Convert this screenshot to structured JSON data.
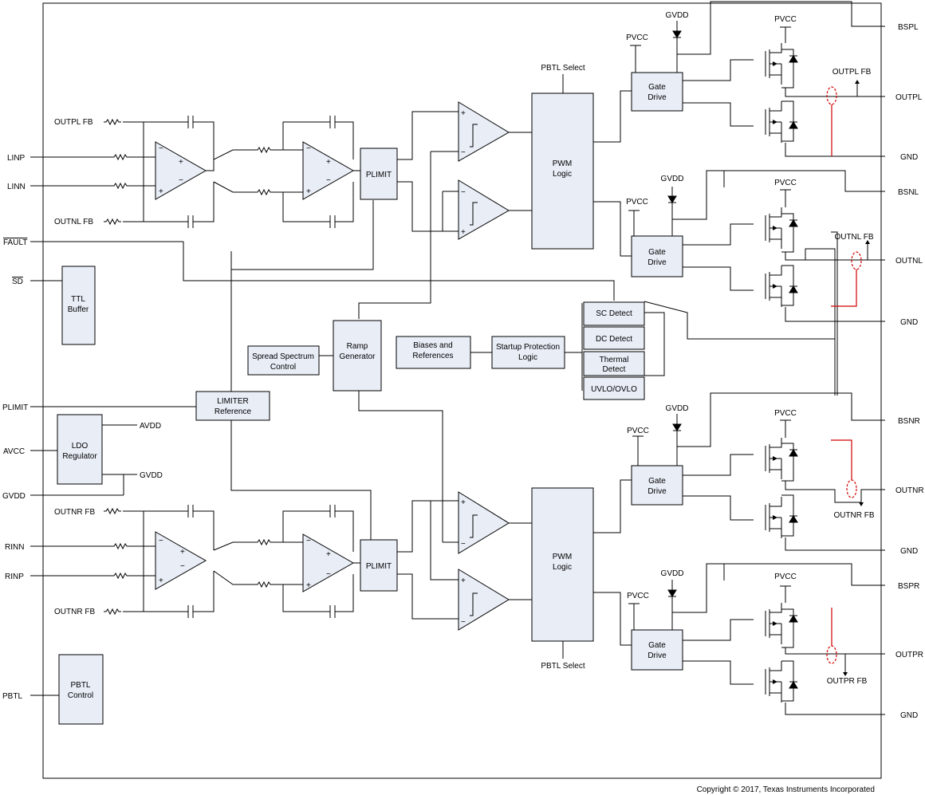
{
  "pins_left": {
    "outpl_fb": "OUTPL FB",
    "linp": "LINP",
    "linn": "LINN",
    "outnl_fb": "OUTNL FB",
    "fault": "FAULT",
    "sd": "SD",
    "plimit": "PLIMIT",
    "avcc": "AVCC",
    "gvdd": "GVDD",
    "outnr_fb": "OUTNR FB",
    "rinn": "RINN",
    "rinp": "RINP",
    "outnr_fb2": "OUTNR FB",
    "pbtl": "PBTL"
  },
  "pins_right": {
    "bspl": "BSPL",
    "outpl": "OUTPL",
    "gnd1": "GND",
    "bsnl": "BSNL",
    "outnl": "OUTNL",
    "gnd2": "GND",
    "bsnr": "BSNR",
    "outnr": "OUTNR",
    "gnd3": "GND",
    "bspr": "BSPR",
    "outpr": "OUTPR",
    "gnd4": "GND"
  },
  "blocks": {
    "plimit_top": "PLIMIT",
    "plimit_bot": "PLIMIT",
    "pwm_top": [
      "PWM",
      "Logic"
    ],
    "pwm_bot": [
      "PWM",
      "Logic"
    ],
    "gate_drive": [
      "Gate",
      "Drive"
    ],
    "ttl_buffer": [
      "TTL",
      "Buffer"
    ],
    "ramp_generator": [
      "Ramp",
      "Generator"
    ],
    "spread_spectrum": [
      "Spread Spectrum",
      "Control"
    ],
    "biases": [
      "Biases and",
      "References"
    ],
    "startup": [
      "Startup Protection",
      "Logic"
    ],
    "sc_detect": "SC Detect",
    "dc_detect": "DC Detect",
    "thermal_detect": [
      "Thermal",
      "Detect"
    ],
    "uvlo": "UVLO/OVLO",
    "limiter": [
      "LIMITER",
      "Reference"
    ],
    "ldo": [
      "LDO",
      "Regulator"
    ],
    "pbtl_control": [
      "PBTL",
      "Control"
    ]
  },
  "signals": {
    "pbtl_select": "PBTL Select",
    "gvdd": "GVDD",
    "pvcc": "PVCC",
    "avdd": "AVDD",
    "outpl_fb": "OUTPL FB",
    "outnl_fb": "OUTNL FB",
    "outnr_fb": "OUTNR FB",
    "outpr_fb": "OUTPR FB",
    "plus": "+",
    "minus": "−"
  },
  "footer": {
    "copyright": "Copyright © 2017, Texas Instruments Incorporated"
  }
}
